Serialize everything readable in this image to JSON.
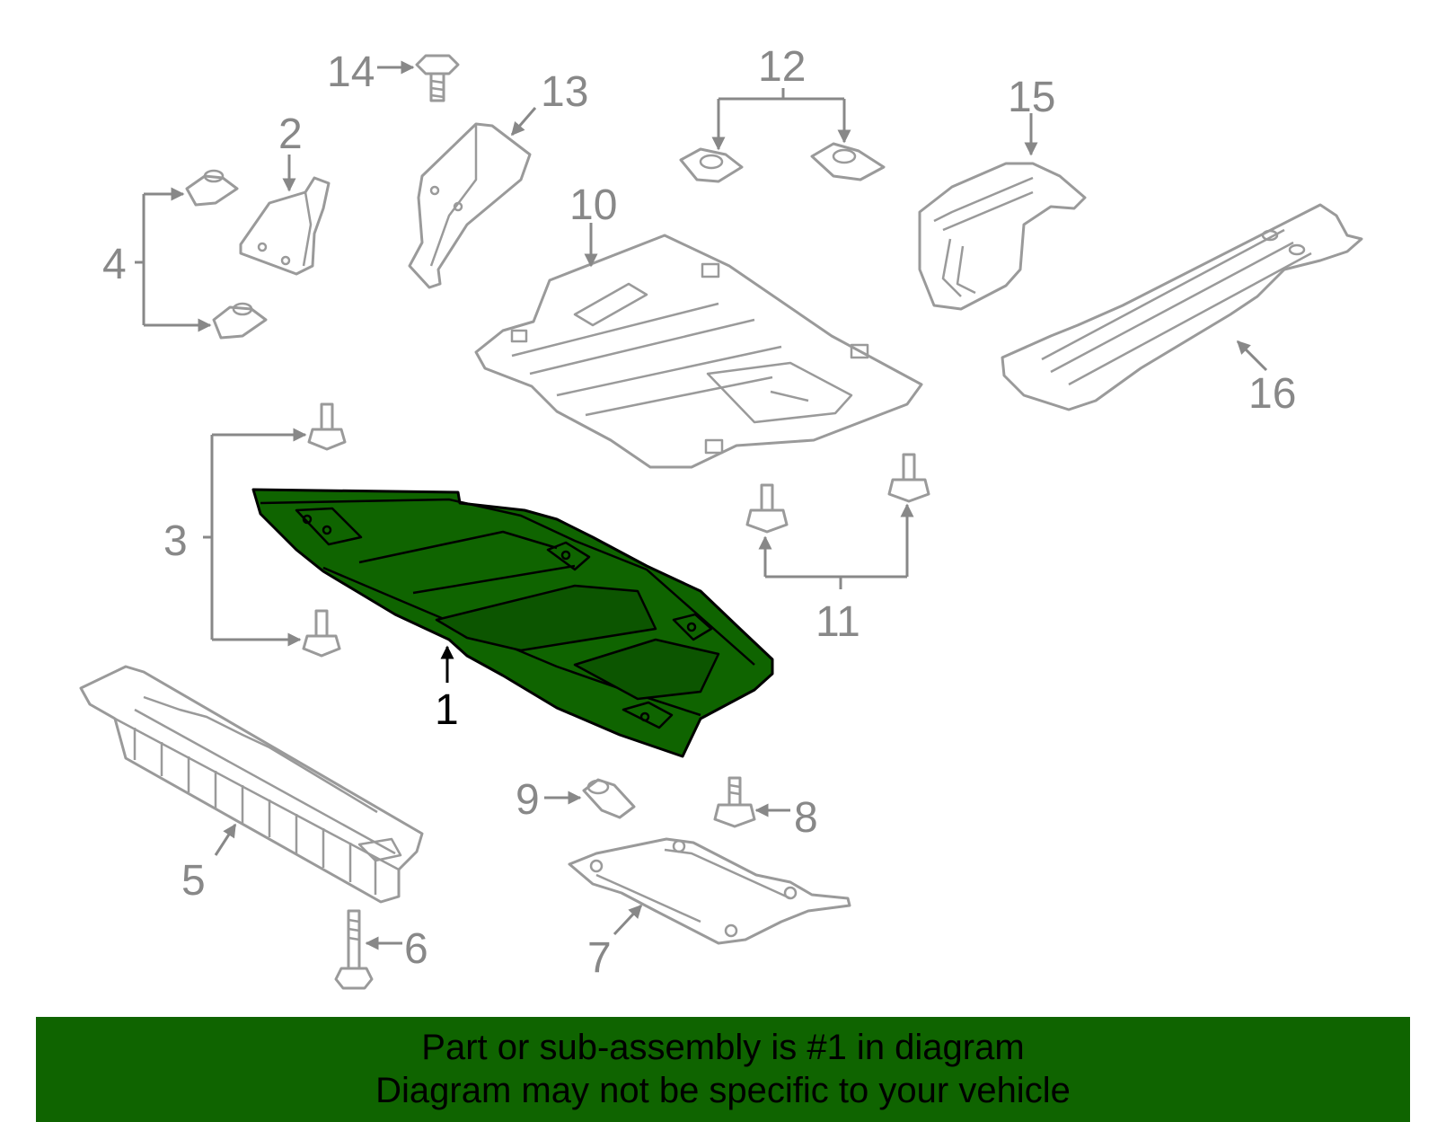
{
  "diagram": {
    "highlight_color": "#0f6400",
    "line_color": "#888888",
    "callouts": [
      "1",
      "2",
      "3",
      "4",
      "5",
      "6",
      "7",
      "8",
      "9",
      "10",
      "11",
      "12",
      "13",
      "14",
      "15",
      "16"
    ],
    "highlighted_part": "1"
  },
  "banner": {
    "line1": "Part or sub-assembly is #1 in diagram",
    "line2": "Diagram may not be specific to your vehicle",
    "background": "#0f6400"
  }
}
